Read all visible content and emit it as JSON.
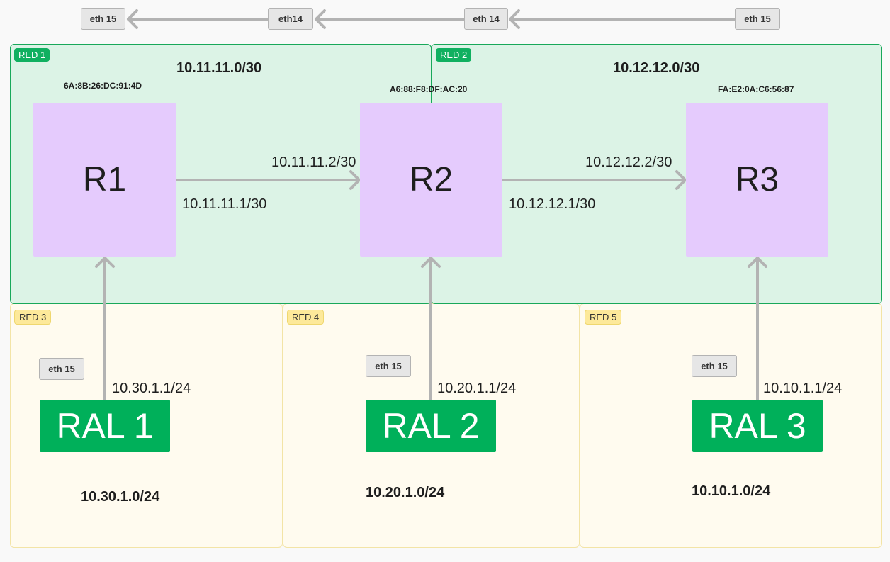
{
  "zones": {
    "red1": {
      "label": "RED 1",
      "subnet": "10.11.11.0/30"
    },
    "red2": {
      "label": "RED 2",
      "subnet": "10.12.12.0/30"
    },
    "red3": {
      "label": "RED 3",
      "subnet": "10.30.1.0/24"
    },
    "red4": {
      "label": "RED 4",
      "subnet": "10.20.1.0/24"
    },
    "red5": {
      "label": "RED 5",
      "subnet": "10.10.1.0/24"
    }
  },
  "routers": {
    "r1": {
      "name": "R1",
      "mac": "6A:8B:26:DC:91:4D"
    },
    "r2": {
      "name": "R2",
      "mac": "A6:88:F8:DF:AC:20"
    },
    "r3": {
      "name": "R3",
      "mac": "FA:E2:0A:C6:56:87"
    }
  },
  "links": {
    "r1_r2": {
      "left_ip": "10.11.11.1/30",
      "right_ip": "10.11.11.2/30"
    },
    "r2_r3": {
      "left_ip": "10.12.12.1/30",
      "right_ip": "10.12.12.2/30"
    }
  },
  "lans": {
    "ral1": {
      "name": "RAL 1",
      "gateway_ip": "10.30.1.1/24",
      "iface": "eth 15"
    },
    "ral2": {
      "name": "RAL 2",
      "gateway_ip": "10.20.1.1/24",
      "iface": "eth 15"
    },
    "ral3": {
      "name": "RAL 3",
      "gateway_ip": "10.10.1.1/24",
      "iface": "eth 15"
    }
  },
  "top_chain": [
    {
      "label": "eth 15"
    },
    {
      "label": "eth14"
    },
    {
      "label": "eth 14"
    },
    {
      "label": "eth 15"
    }
  ],
  "colors": {
    "wan_zone": "#dcf3e6",
    "lan_zone": "#fffbef",
    "router": "#e5cbfd",
    "ral": "#00b05a",
    "arrow": "#b3b3b3"
  }
}
